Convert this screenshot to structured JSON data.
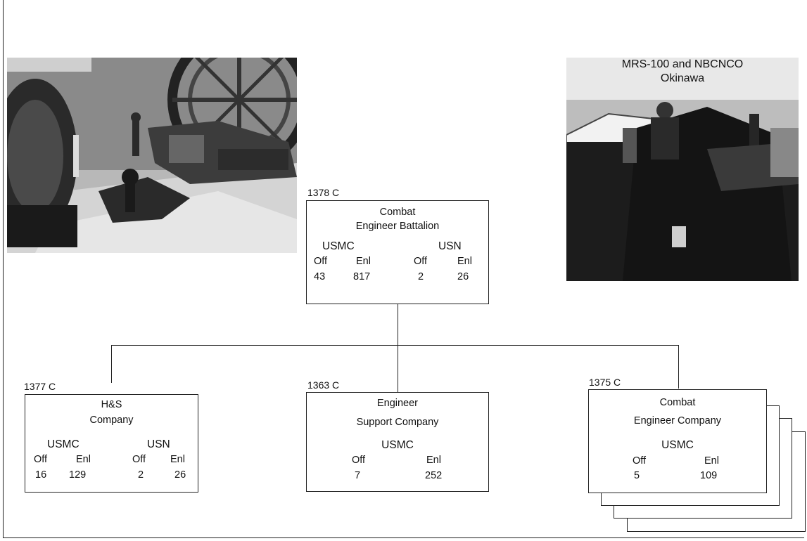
{
  "photos": {
    "right_caption": [
      "MRS-100 and NBCNCO",
      "Okinawa"
    ]
  },
  "battalion": {
    "code": "1378 C",
    "title": [
      "Combat",
      "Engineer Battalion"
    ],
    "usmc_label": "USMC",
    "usn_label": "USN",
    "off_label": "Off",
    "enl_label": "Enl",
    "usmc_off": "43",
    "usmc_enl": "817",
    "usn_off": "2",
    "usn_enl": "26"
  },
  "hs_company": {
    "code": "1377 C",
    "title": [
      "H&S",
      "Company"
    ],
    "usmc_label": "USMC",
    "usn_label": "USN",
    "off_label": "Off",
    "enl_label": "Enl",
    "usmc_off": "16",
    "usmc_enl": "129",
    "usn_off": "2",
    "usn_enl": "26"
  },
  "support_company": {
    "code": "1363 C",
    "title": [
      "Engineer",
      "Support Company"
    ],
    "usmc_label": "USMC",
    "off_label": "Off",
    "enl_label": "Enl",
    "usmc_off": "7",
    "usmc_enl": "252"
  },
  "engineer_company": {
    "code": "1375 C",
    "title": [
      "Combat",
      "Engineer Company"
    ],
    "usmc_label": "USMC",
    "off_label": "Off",
    "enl_label": "Enl",
    "usmc_off": "5",
    "usmc_enl": "109"
  }
}
